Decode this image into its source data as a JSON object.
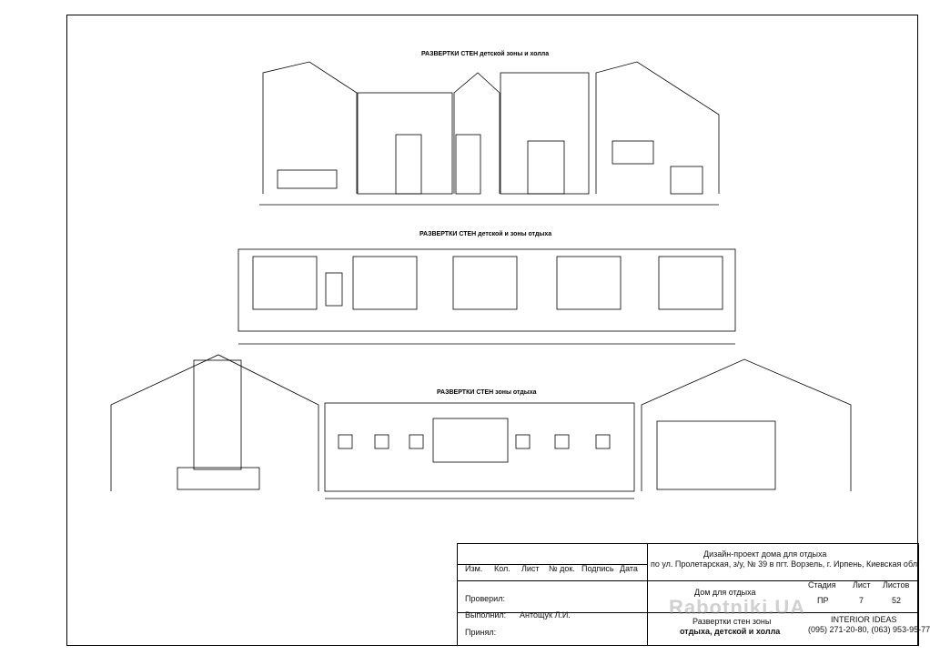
{
  "sections": {
    "top": "РАЗВЕРТКИ СТЕН детской зоны и холла",
    "middle": "РАЗВЕРТКИ СТЕН детской и зоны отдыха",
    "bottom": "РАЗВЕРТКИ СТЕН зоны отдыха"
  },
  "title_block": {
    "headers": [
      "Изм.",
      "Кол.",
      "Лист",
      "№ док.",
      "Подпись",
      "Дата"
    ],
    "project_line1": "Дизайн-проект дома для отдыха",
    "project_line2": "по ул. Пролетарская, з/у, № 39 в пгт. Ворзель, г. Ирпень, Киевская обл.",
    "object": "Дом для отдыха",
    "stage_label": "Стадия",
    "sheet_label": "Лист",
    "sheets_label": "Листов",
    "stage": "ПР",
    "sheet": "7",
    "sheets": "52",
    "checked_label": "Проверил:",
    "done_label": "Выполнил:",
    "done_by": "Антощук Л.И.",
    "accepted_label": "Принял:",
    "drawing_line1": "Развертки стен зоны",
    "drawing_line2": "отдыха, детской и холла",
    "company": "INTERIOR IDEAS",
    "phones": "(095) 271-20-80, (063) 953-95-77"
  },
  "watermark": "Rabotniki.UA"
}
